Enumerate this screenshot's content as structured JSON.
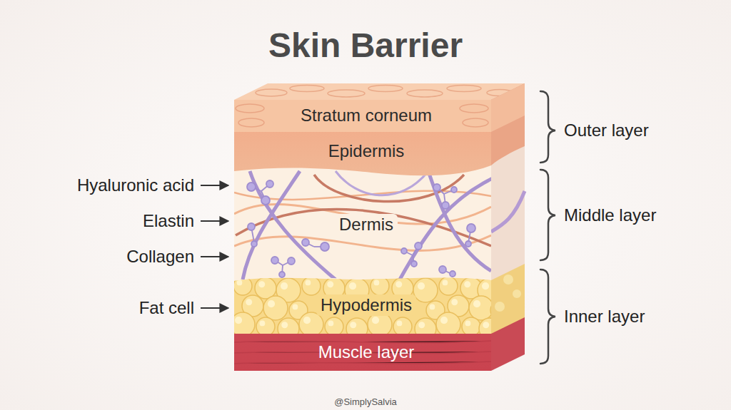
{
  "diagram": {
    "title": "Skin Barrier",
    "nodes": [
      {
        "text": [
          "Stratum corneum"
        ]
      },
      {
        "text": [
          "Epidermis"
        ]
      },
      {
        "text": [
          "Dermis"
        ]
      },
      {
        "text": [
          "Hypodermis"
        ]
      },
      {
        "text": [
          "Muscle layer"
        ]
      }
    ],
    "labels": [
      "Hyaluronic acid",
      "Elastin",
      "Collagen",
      "Fat cell",
      "Outer layer",
      "Middle layer",
      "Inner layer",
      "@SimplySalvia"
    ]
  }
}
